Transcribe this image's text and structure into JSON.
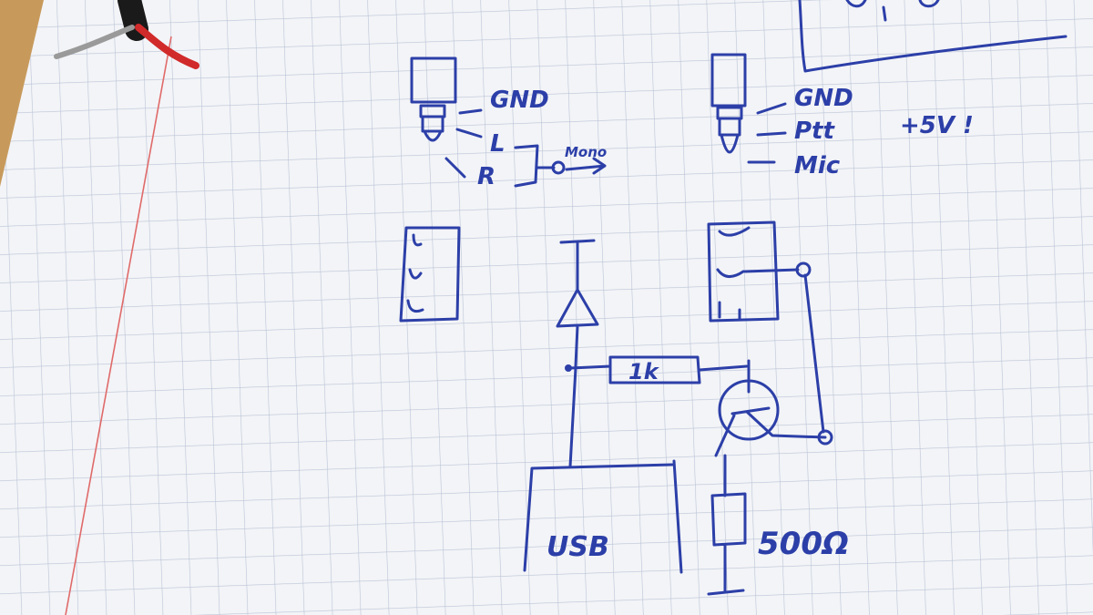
{
  "left_jack": {
    "pins": [
      "GND",
      "L",
      "R"
    ],
    "mono_label": "Mono"
  },
  "right_jack": {
    "pins": [
      "GND",
      "Ptt",
      "Mic"
    ],
    "note": "+5V !"
  },
  "schematic": {
    "resistor_top": "1k",
    "resistor_bottom": "500Ω",
    "usb_label": "USB"
  },
  "colors": {
    "ink": "#2c3fa8",
    "paper": "#f3f4f7",
    "grid": "#b9c3d6",
    "margin_line": "#e06a6a",
    "desk": "#c79a5c"
  }
}
